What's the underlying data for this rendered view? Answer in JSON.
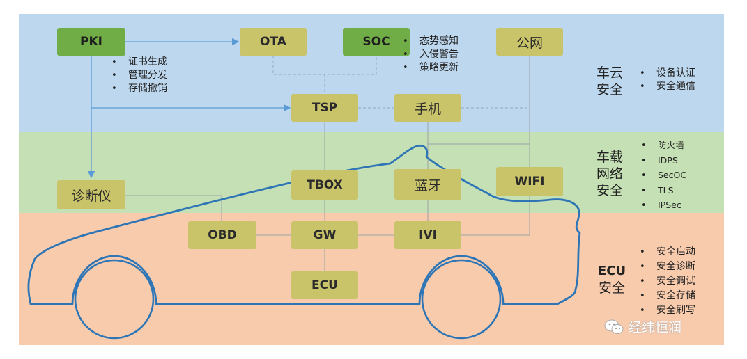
{
  "nodes": {
    "pki": "PKI",
    "ota": "OTA",
    "soc": "SOC",
    "gongwang": "公网",
    "tsp": "TSP",
    "shouji": "手机",
    "zhenduanyi": "诊断仪",
    "tbox": "TBOX",
    "lanya": "蓝牙",
    "wifi": "WIFI",
    "obd": "OBD",
    "gw": "GW",
    "ivi": "IVI",
    "ecu": "ECU"
  },
  "pki_functions": [
    "证书生成",
    "管理分发",
    "存储撤销"
  ],
  "soc_functions": [
    "态势感知",
    "入侵警告",
    "策略更新"
  ],
  "zones": {
    "cloud": {
      "line1": "车云",
      "line2": "安全",
      "items": [
        "设备认证",
        "安全通信"
      ]
    },
    "network": {
      "line1": "车载",
      "line2": "网络",
      "line3": "安全",
      "items": [
        "防火墙",
        "IDPS",
        "SecOC",
        "TLS",
        "IPSec"
      ]
    },
    "ecu": {
      "line1": "ECU",
      "line2": "安全",
      "items": [
        "安全启动",
        "安全诊断",
        "安全调试",
        "安全存储",
        "安全刷写"
      ]
    }
  },
  "watermark": "经纬恒润",
  "colors": {
    "cloud_band": "#bdd7ee",
    "network_band": "#c5e0b4",
    "ecu_band": "#f8cbad",
    "green_box": "#70ad47",
    "olive_box": "#c9c36a",
    "arrow": "#5b9bd5",
    "car_outline": "#2e75b6"
  }
}
